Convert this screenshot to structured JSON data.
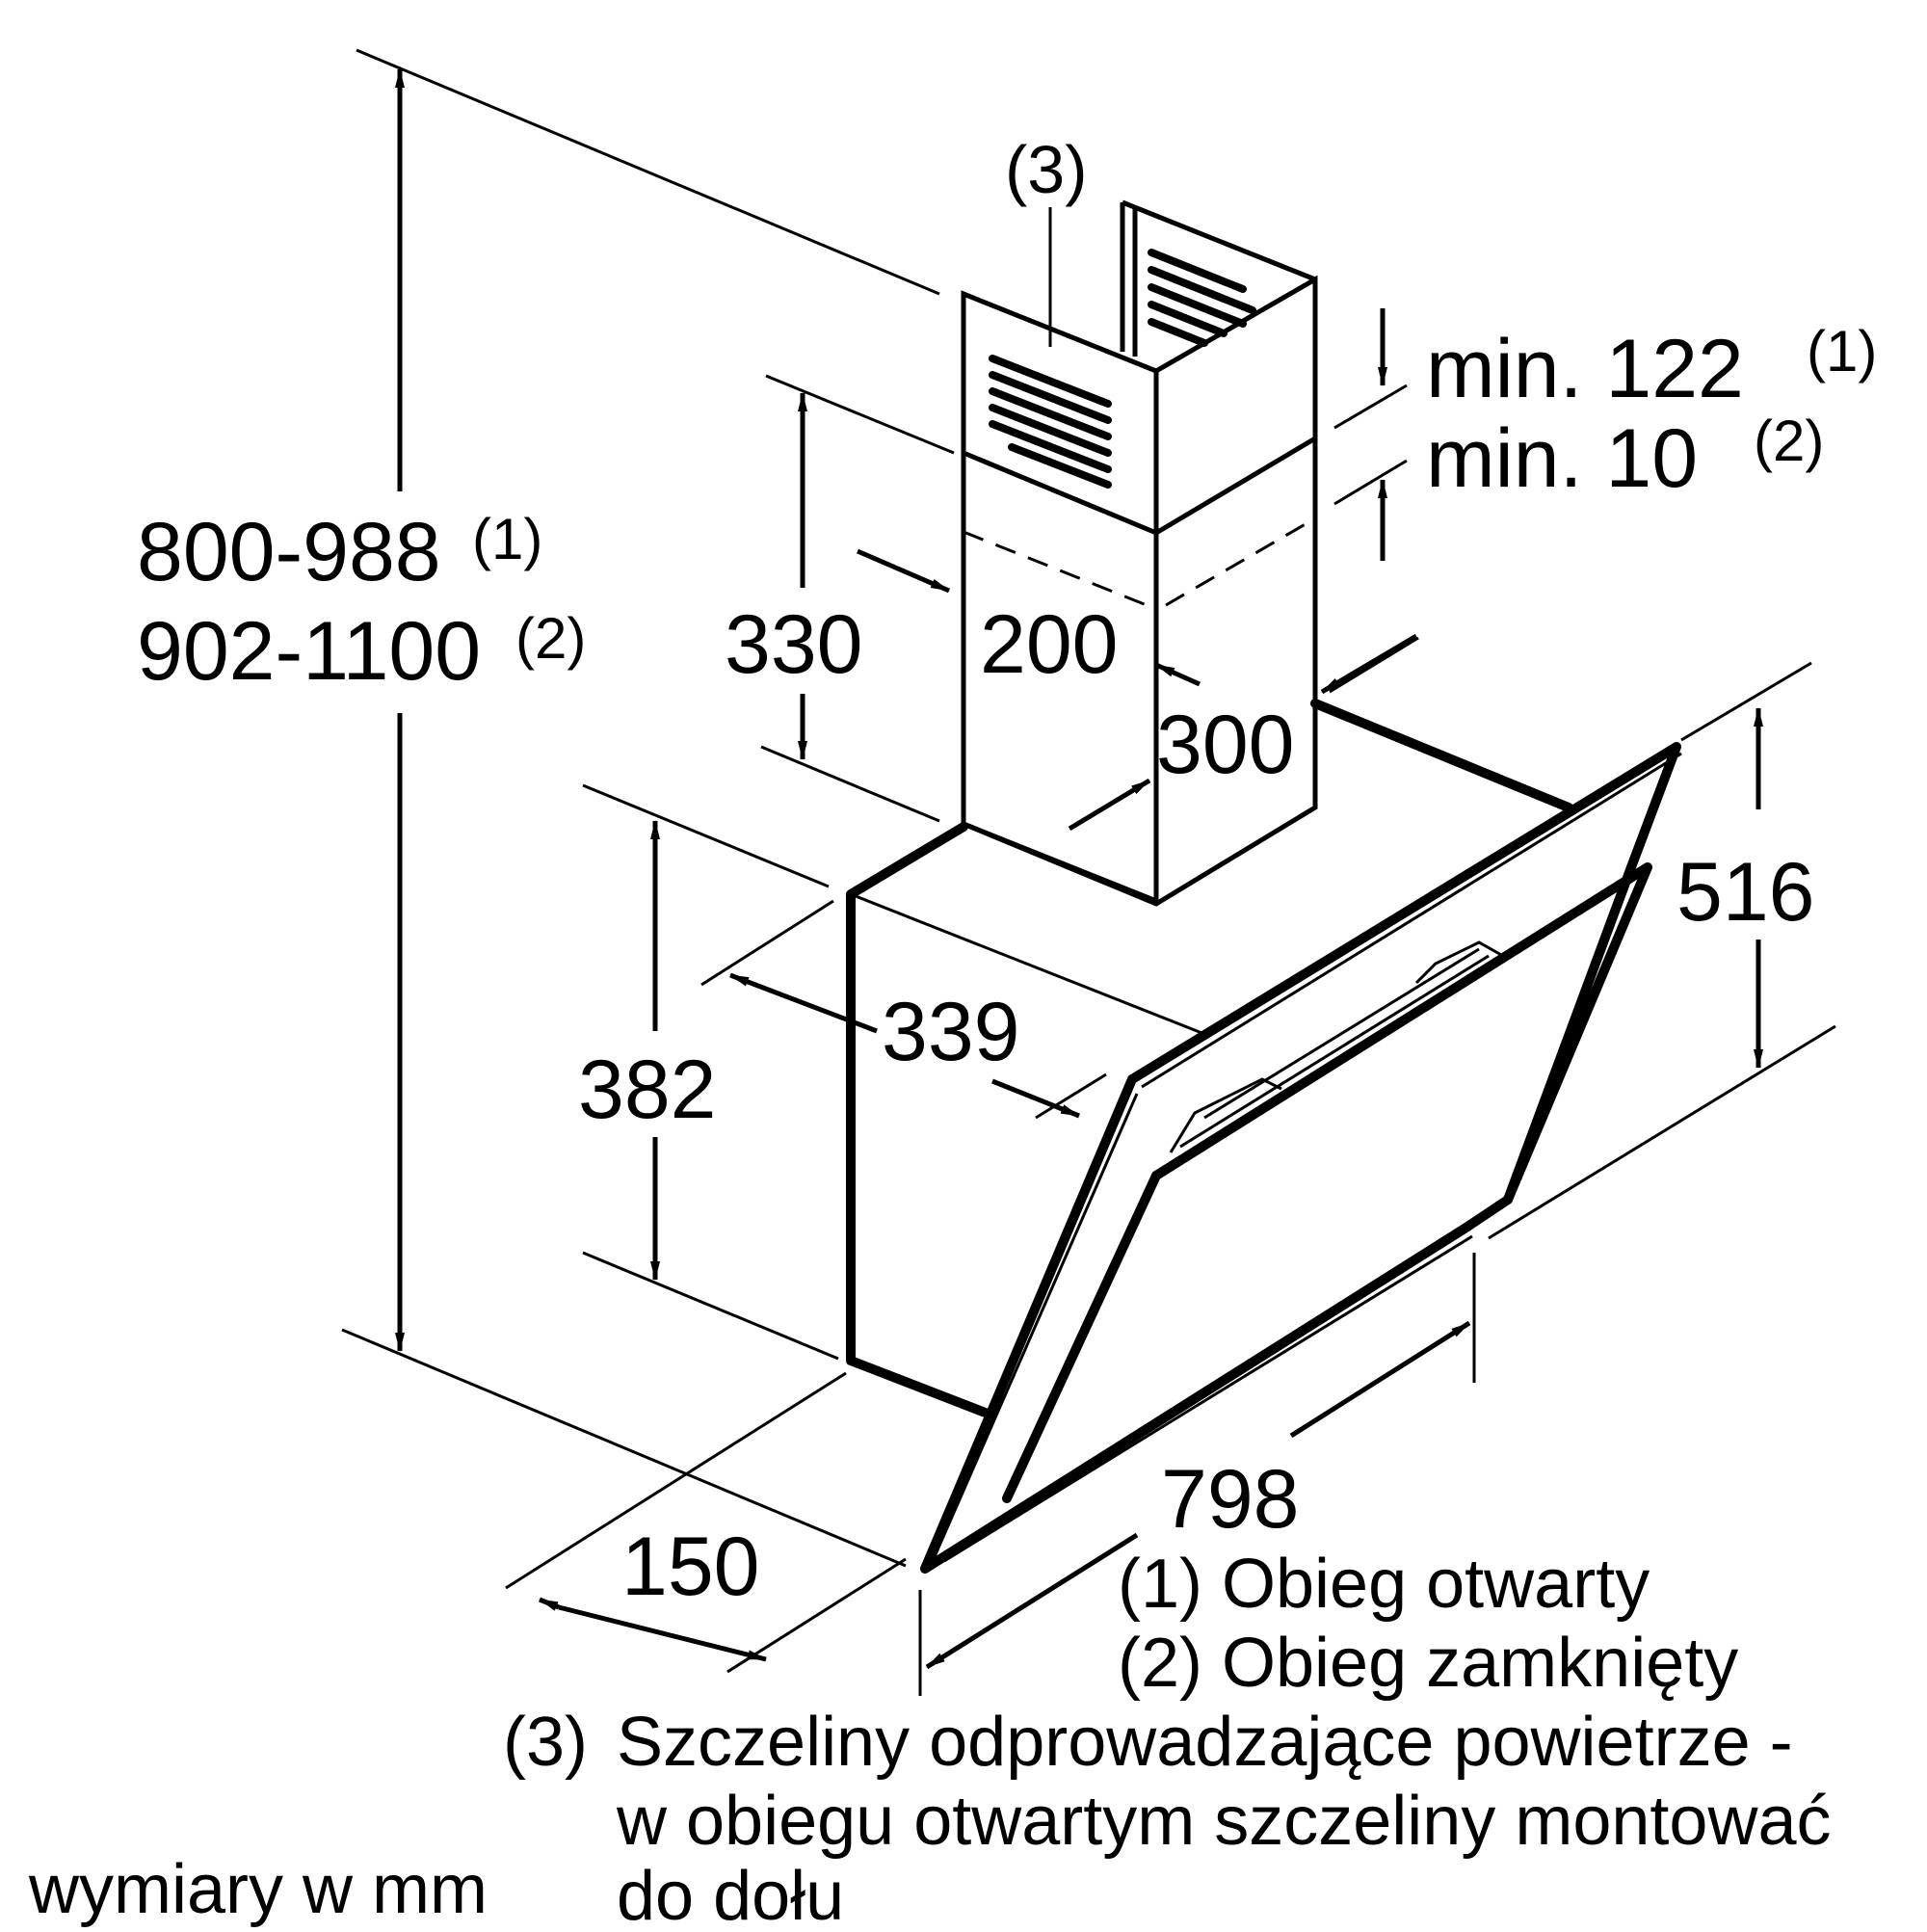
{
  "dimensions": {
    "overall_height_open": "800-988",
    "overall_height_open_ref": "(1)",
    "overall_height_closed": "902-1100",
    "overall_height_closed_ref": "(2)",
    "chimney_upper_height": "330",
    "chimney_width": "200",
    "chimney_depth": "300",
    "lower_box_height": "382",
    "lower_box_depth": "339",
    "hood_height": "516",
    "hood_width": "798",
    "wall_offset": "150",
    "clearance_open": "min. 122",
    "clearance_open_ref": "(1)",
    "clearance_closed": "min. 10",
    "clearance_closed_ref": "(2)",
    "slots_ref": "(3)"
  },
  "notes": {
    "note1": "(1) Obieg otwarty",
    "note2": "(2) Obieg zamknięty",
    "note3_ref": "(3)",
    "note3_line1": "Szczeliny odprowadzające powietrze -",
    "note3_line2": "w obiegu otwartym szczeliny montować",
    "note3_line3": "do dołu",
    "units": "wymiary w mm"
  }
}
